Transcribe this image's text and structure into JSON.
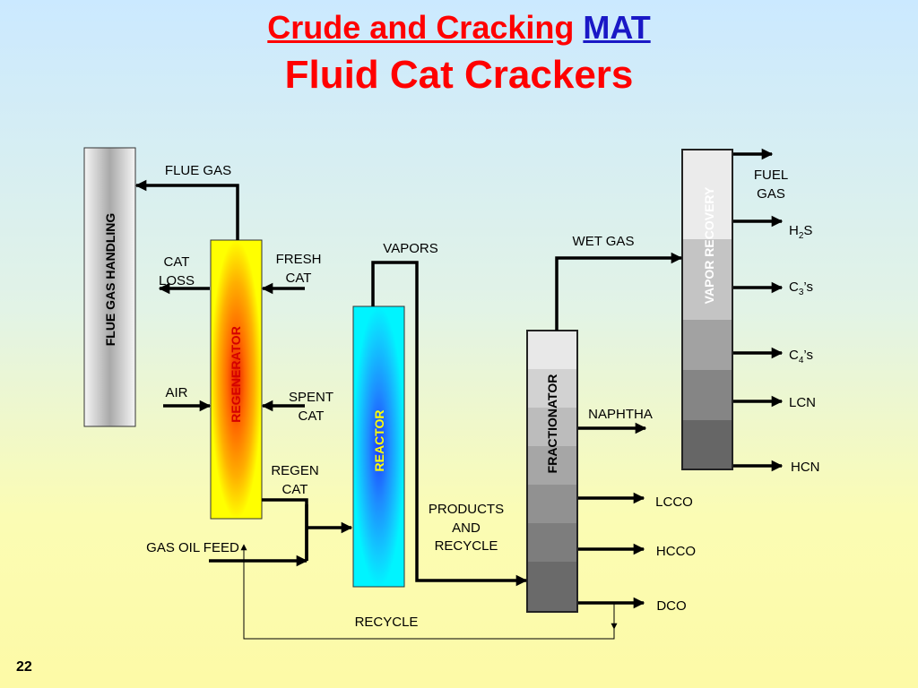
{
  "title": {
    "line1_part1": "Crude and Cracking",
    "line1_part2": "MAT",
    "line2": "Fluid Cat Crackers"
  },
  "units": {
    "flue_gas_handling": "FLUE GAS HANDLING",
    "regenerator": "REGENERATOR",
    "reactor": "REACTOR",
    "fractionator": "FRACTIONATOR",
    "vapor_recovery": "VAPOR RECOVERY"
  },
  "streams": {
    "flue_gas": "FLUE GAS",
    "cat_loss_1": "CAT",
    "cat_loss_2": "LOSS",
    "fresh_cat_1": "FRESH",
    "fresh_cat_2": "CAT",
    "air": "AIR",
    "spent_cat_1": "SPENT",
    "spent_cat_2": "CAT",
    "regen_cat_1": "REGEN",
    "regen_cat_2": "CAT",
    "gas_oil_feed": "GAS OIL FEED",
    "vapors": "VAPORS",
    "products_1": "PRODUCTS",
    "products_2": "AND",
    "products_3": "RECYCLE",
    "recycle": "RECYCLE",
    "wet_gas": "WET GAS",
    "naphtha": "NAPHTHA",
    "lcco": "LCCO",
    "hcco": "HCCO",
    "dco": "DCO",
    "fuel_gas_1": "FUEL",
    "fuel_gas_2": "GAS",
    "h2s_main": "H",
    "h2s_sub": "2",
    "h2s_tail": "S",
    "c3_main": "C",
    "c3_sub": "3",
    "c3_tail": "’s",
    "c4_main": "C",
    "c4_sub": "4",
    "c4_tail": "’s",
    "lcn": "LCN",
    "hcn": "HCN"
  },
  "page_number": "22",
  "colors": {
    "title_red": "#ff0000",
    "title_blue": "#1a18c6",
    "regenerator_label": "#d40000",
    "reactor_label": "#ffff00",
    "fractionator_label": "#000000",
    "vapor_recovery_label": "#ffffff"
  }
}
